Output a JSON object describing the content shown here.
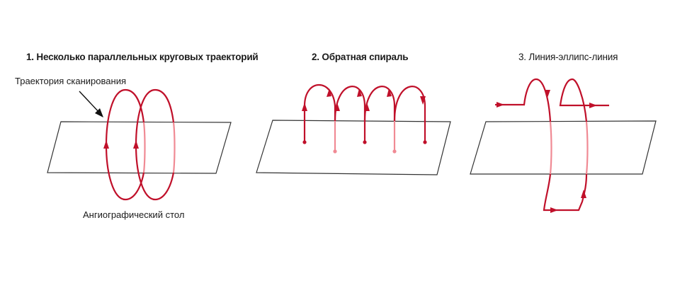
{
  "panels": [
    {
      "title": "1. Несколько параллельных круговых траекторий",
      "labels": {
        "trajectory": "Траектория сканирования",
        "table": "Ангиографический стол"
      },
      "icons": [
        "arrow-pointer-icon",
        "direction-arrow-icon"
      ]
    },
    {
      "title": "2. Обратная спираль"
    },
    {
      "title": "3. Линия-эллипс-линия"
    }
  ],
  "colors": {
    "trajectory": "#c0102a",
    "trajectory_behind": "#f08a94",
    "table_outline": "#333333",
    "text": "#1a1a1a"
  }
}
